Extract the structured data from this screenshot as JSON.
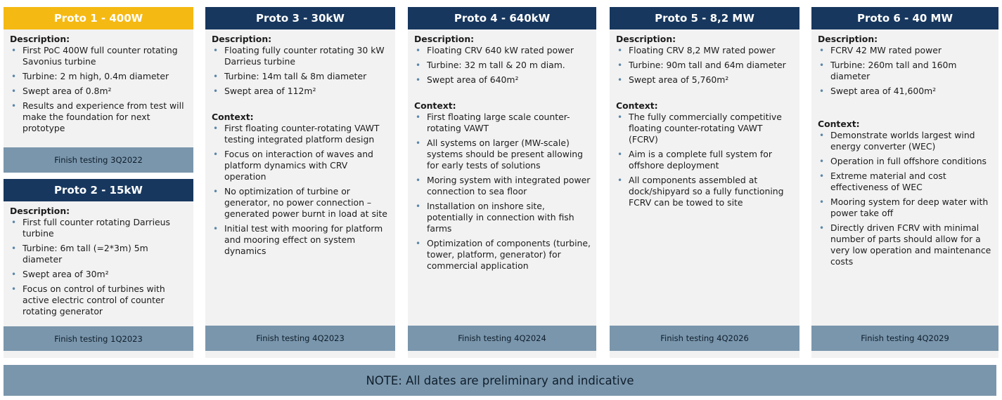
{
  "proto1": {
    "title": "Proto 1 - 400W",
    "desc_title": "Description:",
    "desc_items": [
      "First PoC 400W full counter rotating Savonius turbine",
      "Turbine: 2 m high, 0.4m diameter",
      "Swept area of 0.8m²",
      "Results and experience from test will make the foundation for next prototype"
    ],
    "finish": "Finish testing 3Q2022"
  },
  "proto2": {
    "title": "Proto 2 - 15kW",
    "desc_title": "Description:",
    "desc_items": [
      "First full counter rotating Darrieus turbine",
      "Turbine: 6m tall (=2*3m) 5m diameter",
      "Swept area of 30m²",
      "Focus on control of turbines with active electric control of counter rotating generator"
    ],
    "finish": "Finish testing 1Q2023"
  },
  "proto3": {
    "title": "Proto 3 - 30kW",
    "desc_title": "Description:",
    "desc_items": [
      "Floating fully counter rotating 30 kW Darrieus turbine",
      "Turbine: 14m tall & 8m diameter",
      "Swept area of 112m²"
    ],
    "ctx_title": "Context:",
    "ctx_items": [
      "First floating counter-rotating VAWT testing integrated platform design",
      "Focus on interaction of waves and platform dynamics with CRV operation",
      "No optimization of turbine or generator, no power connection – generated power burnt in load at site",
      "Initial test with mooring for platform and mooring effect on system dynamics"
    ],
    "finish": "Finish testing 4Q2023"
  },
  "proto4": {
    "title": "Proto 4 - 640kW",
    "desc_title": "Description:",
    "desc_items": [
      "Floating CRV 640 kW rated power",
      "Turbine: 32 m tall & 20 m diam.",
      "Swept area of 640m²"
    ],
    "ctx_title": "Context:",
    "ctx_items": [
      "First floating large scale counter-rotating VAWT",
      "All systems on larger (MW-scale) systems should be present allowing for early tests of solutions",
      "Moring system with integrated power connection to sea floor",
      "Installation on inshore site, potentially in connection with fish farms",
      "Optimization of components (turbine, tower, platform, generator) for commercial application"
    ],
    "finish": "Finish testing 4Q2024"
  },
  "proto5": {
    "title": "Proto 5 - 8,2 MW",
    "desc_title": "Description:",
    "desc_items": [
      "Floating CRV 8,2 MW rated power",
      "Turbine: 90m tall and 64m diameter",
      "Swept area of 5,760m²"
    ],
    "ctx_title": "Context:",
    "ctx_items": [
      "The fully commercially competitive floating counter-rotating VAWT (FCRV)",
      "Aim is a complete full system for offshore deployment",
      "All components assembled at dock/shipyard so a fully functioning FCRV can be towed to site"
    ],
    "finish": "Finish testing 4Q2026"
  },
  "proto6": {
    "title": "Proto 6 - 40 MW",
    "desc_title": "Description:",
    "desc_items": [
      "FCRV 42 MW rated power",
      "Turbine: 260m tall and 160m diameter",
      "Swept area of 41,600m²"
    ],
    "ctx_title": "Context:",
    "ctx_items": [
      "Demonstrate worlds largest wind energy converter (WEC)",
      "Operation in full offshore conditions",
      "Extreme material and cost effectiveness of WEC",
      "Mooring system for deep water with power take off",
      "Directly driven FCRV with minimal number of parts should allow for a very low operation and maintenance costs"
    ],
    "finish": "Finish testing 4Q2029"
  },
  "note": "NOTE: All dates are preliminary and indicative",
  "colors": {
    "navy": "#17375e",
    "gold": "#f5b913",
    "footer": "#7a96ac",
    "card": "#f2f2f2",
    "bullet": "#5a86a8"
  }
}
